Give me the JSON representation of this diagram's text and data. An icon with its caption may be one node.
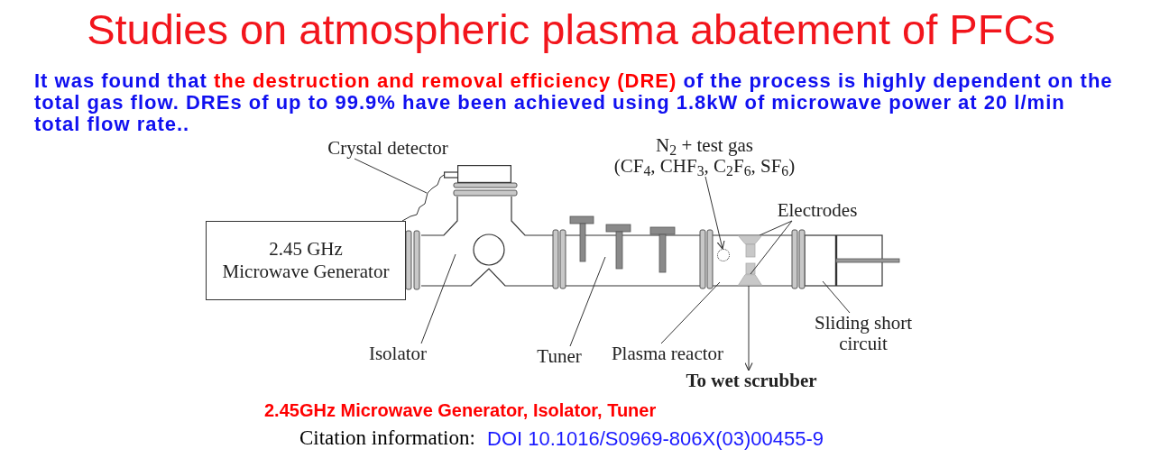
{
  "diagram": {
    "title": "Studies on atmospheric plasma abatement of PFCs",
    "nodes": [
      {
        "text": [
          "Crystal detector"
        ]
      },
      {
        "text": [
          "N$_{2}$ + test gas",
          "(CF$_{4}$, CHF$_{3}$, C$_{2}$F$_{6}$, SF$_{6}$)"
        ]
      },
      {
        "text": [],
        "shape": "box"
      },
      {
        "text": [
          "Electrodes"
        ]
      },
      {
        "text": [
          "2.45 GHz",
          "Microwave Generator"
        ]
      },
      {
        "text": [],
        "shape": "trapezoid"
      },
      {
        "text": [],
        "shape": "trapezoid"
      },
      {
        "text": [
          "Sliding short circuit"
        ]
      },
      {
        "text": [
          "Isolator"
        ]
      },
      {
        "text": [
          "Tuner"
        ]
      },
      {
        "text": [
          "Plasma reactor"
        ]
      },
      {
        "text": [
          "To wet scrubber"
        ]
      },
      {
        "text": [],
        "shape": "circle"
      }
    ],
    "edges": [
      {
        "from": 0,
        "to": null,
        "arrow": "none"
      },
      {
        "from": 2,
        "to": 4,
        "arrow": "none"
      },
      {
        "from": 8,
        "to": null,
        "arrow": "none"
      },
      {
        "from": 9,
        "to": null,
        "arrow": "none"
      },
      {
        "from": 1,
        "to": 12,
        "arrow": "to"
      },
      {
        "from": 3,
        "to": 5,
        "arrow": "none"
      },
      {
        "from": 3,
        "to": 6,
        "arrow": "none"
      },
      {
        "from": 10,
        "to": null,
        "arrow": "none"
      },
      {
        "from": 7,
        "to": null,
        "arrow": "none"
      },
      {
        "from": 6,
        "to": 11,
        "arrow": "to"
      }
    ],
    "labels": [
      "It was found that **the destruction and removal efficiency (DRE)** of the process is highly dependent on the total gas flow. DREs of up to 99.9% have been achieved using 1.8kW of microwave power at 20 l/min total flow rate..",
      "2.45GHz Microwave Generator, Isolator, Tuner",
      "Citation information:",
      "DOI 10.1016/S0969-806X(03)00455-9"
    ]
  }
}
